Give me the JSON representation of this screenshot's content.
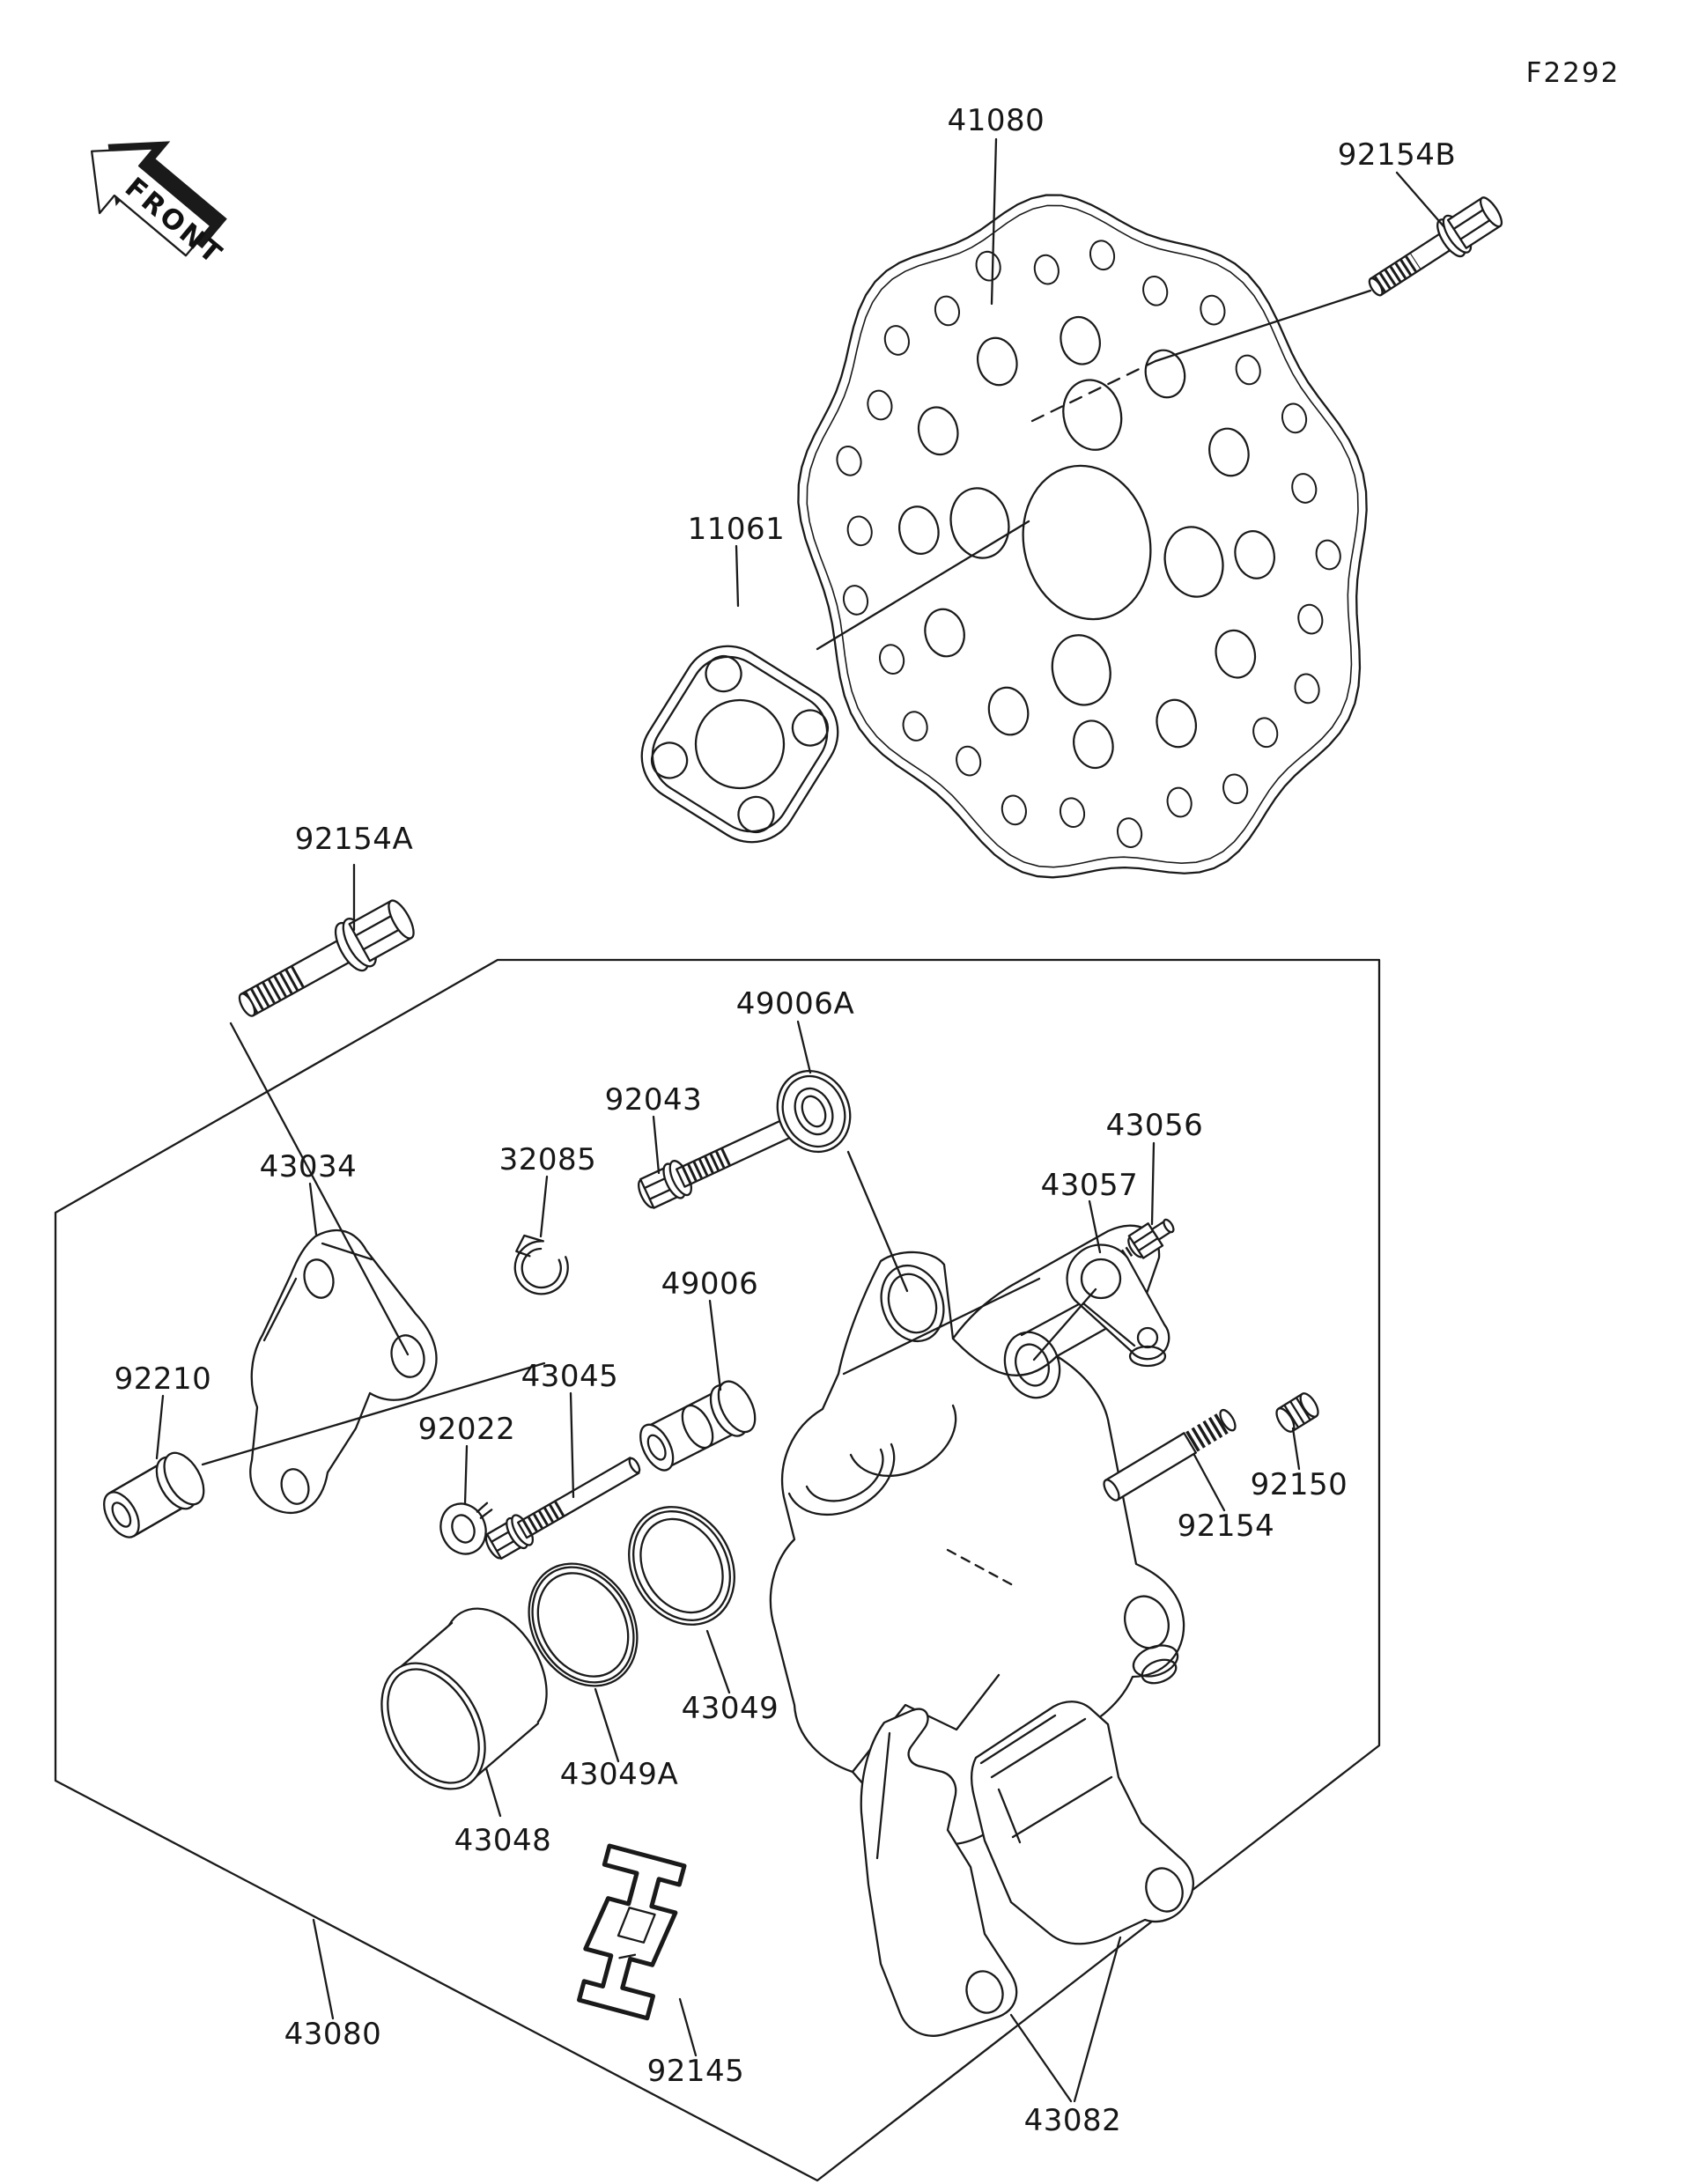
{
  "figure_code": "F2292",
  "front_marker": "FRONT",
  "ink_color": "#1a1a1a",
  "background_color": "#ffffff",
  "part_labels": {
    "p41080": "41080",
    "p92154b": "92154B",
    "p11061": "11061",
    "p92154a": "92154A",
    "p49006a": "49006A",
    "p92043": "92043",
    "p32085": "32085",
    "p43034": "43034",
    "p43056": "43056",
    "p43057": "43057",
    "p49006": "49006",
    "p43045": "43045",
    "p92210": "92210",
    "p92022": "92022",
    "p92150": "92150",
    "p92154": "92154",
    "p43049": "43049",
    "p43049a": "43049A",
    "p43048": "43048",
    "p43080": "43080",
    "p92145": "92145",
    "p43082": "43082"
  }
}
